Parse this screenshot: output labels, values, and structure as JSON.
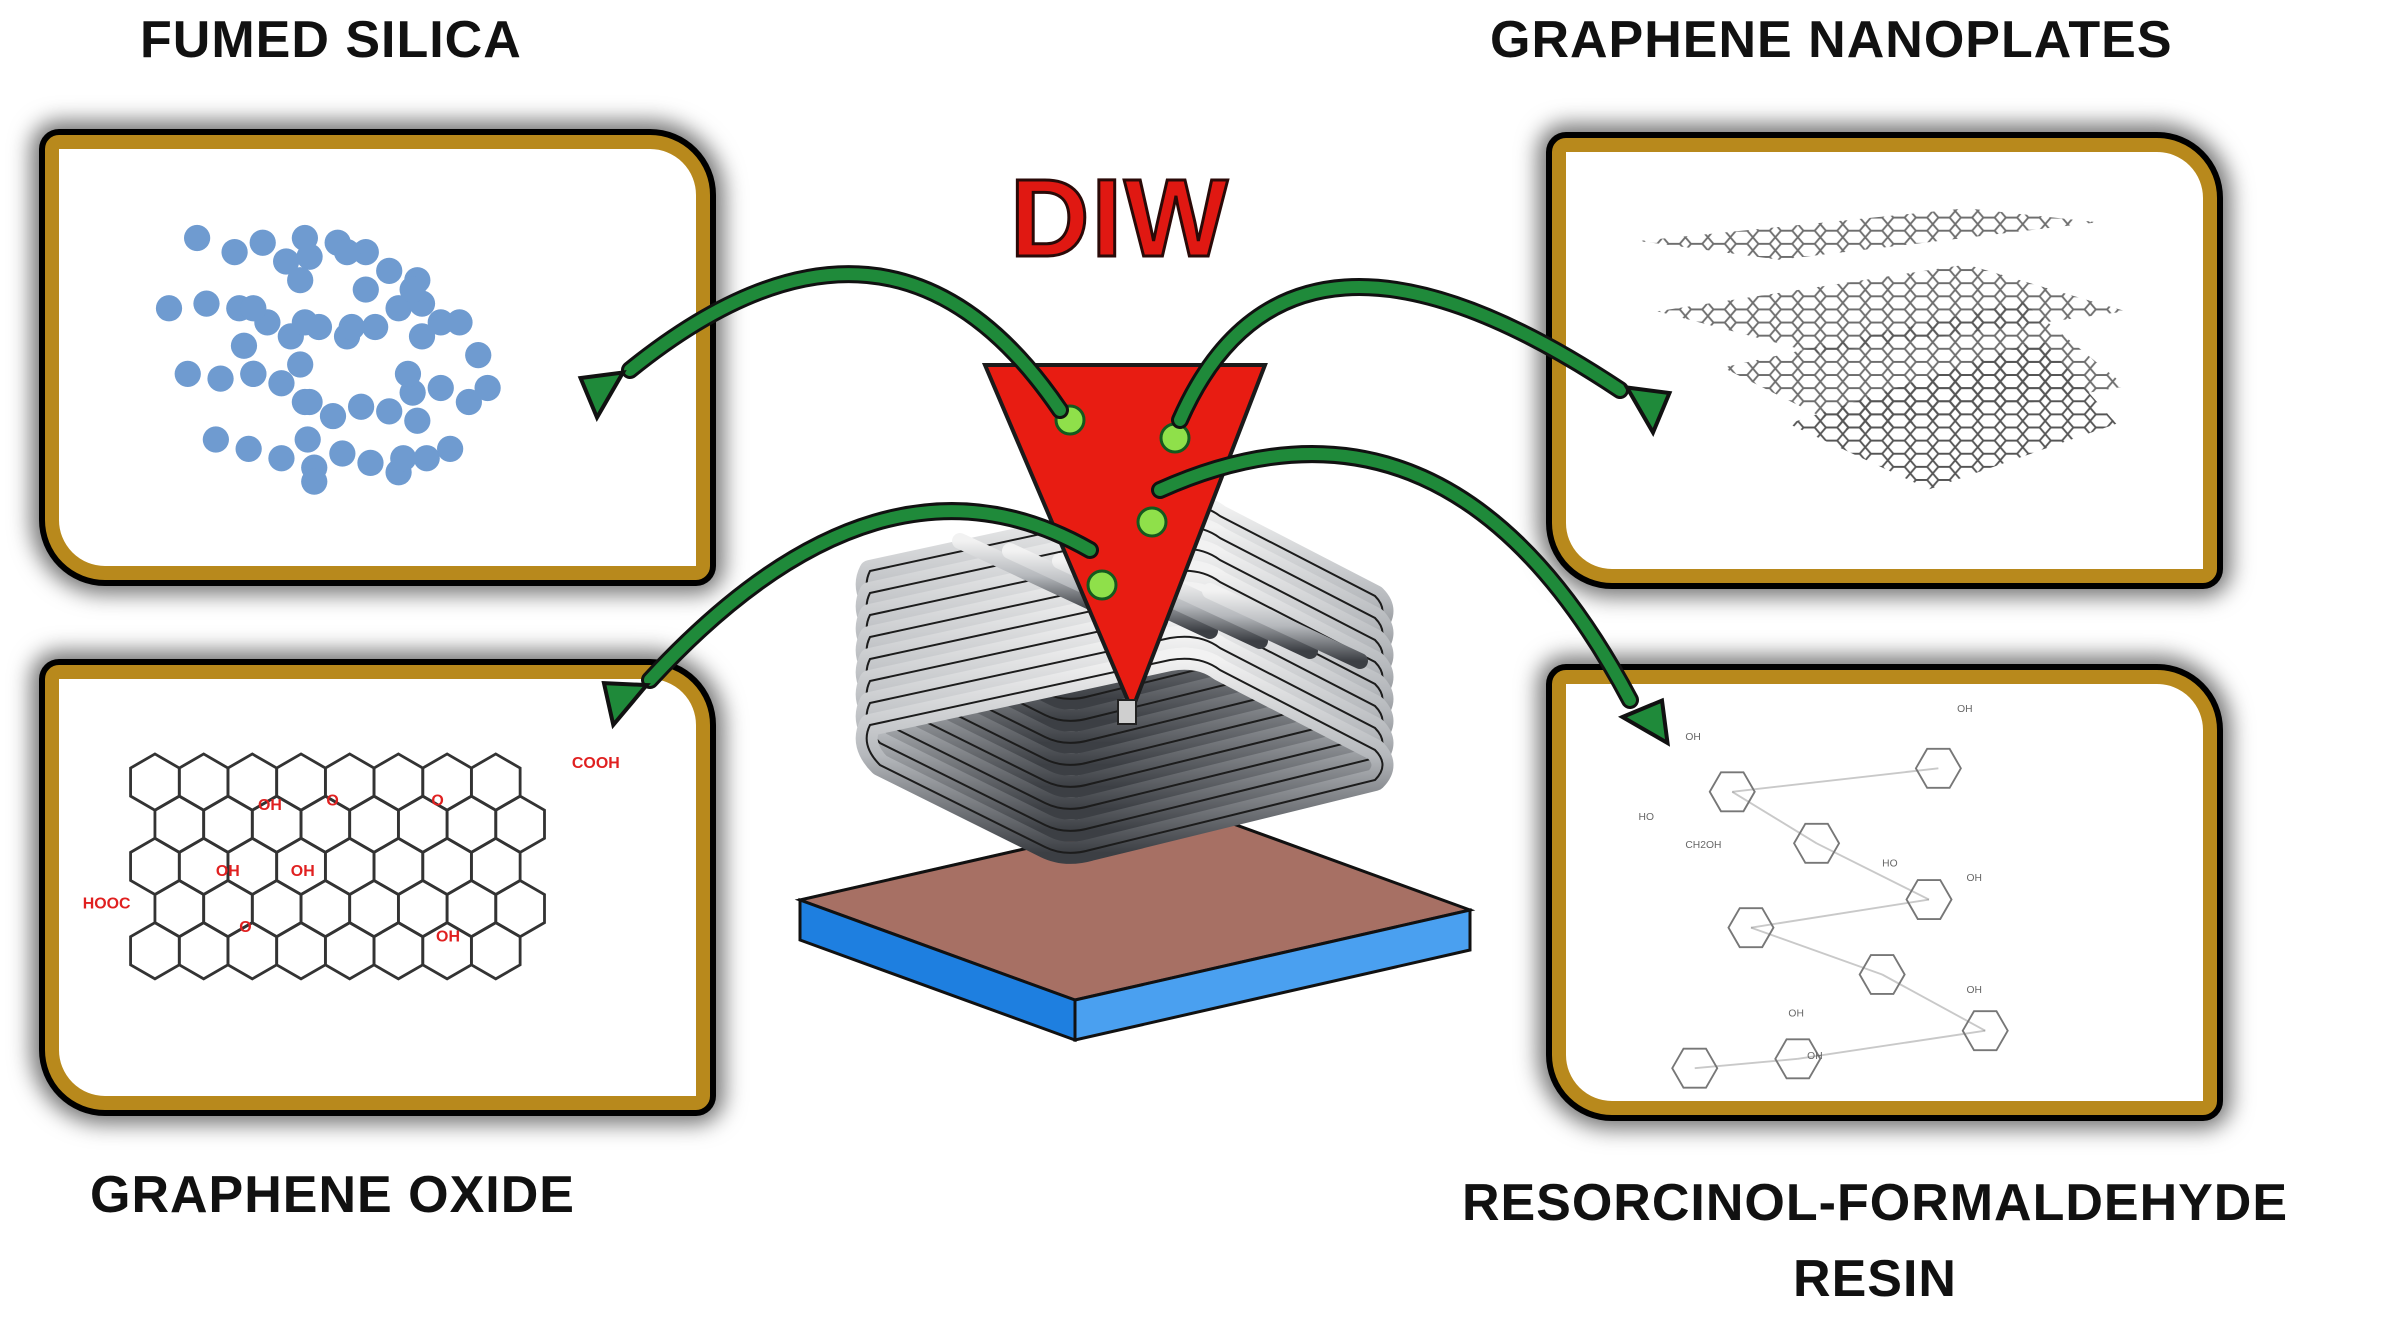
{
  "title": "DIW",
  "labels": {
    "fumed_silica": "FUMED SILICA",
    "graphene_nanoplates": "GRAPHENE NANOPLATES",
    "graphene_oxide": "GRAPHENE OXIDE",
    "rf_resin_line1": "RESORCINOL-FORMALDEHYDE",
    "rf_resin_line2": "RESIN"
  },
  "go_groups": {
    "cooh": "COOH",
    "hooc": "HOOC",
    "oh": "OH",
    "o": "O"
  },
  "rf_groups": {
    "oh": "OH",
    "ho": "HO",
    "ch2oh": "CH2OH"
  },
  "colors": {
    "nozzle": "#e81c12",
    "arrow": "#1f8a3a",
    "particle": "#8fe04a",
    "panel_border": "#b8891c",
    "silica": "#6f9bd0",
    "substrate": "#1e7fe0",
    "oxide_groups": "#e02020"
  }
}
